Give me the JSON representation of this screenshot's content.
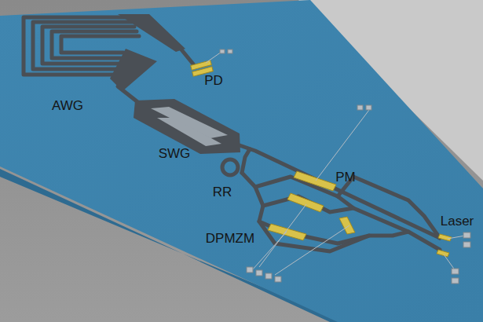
{
  "diagram": {
    "labels": [
      "AWG",
      "PD",
      "SWG",
      "RR",
      "PM",
      "DPMZM",
      "Laser"
    ]
  }
}
